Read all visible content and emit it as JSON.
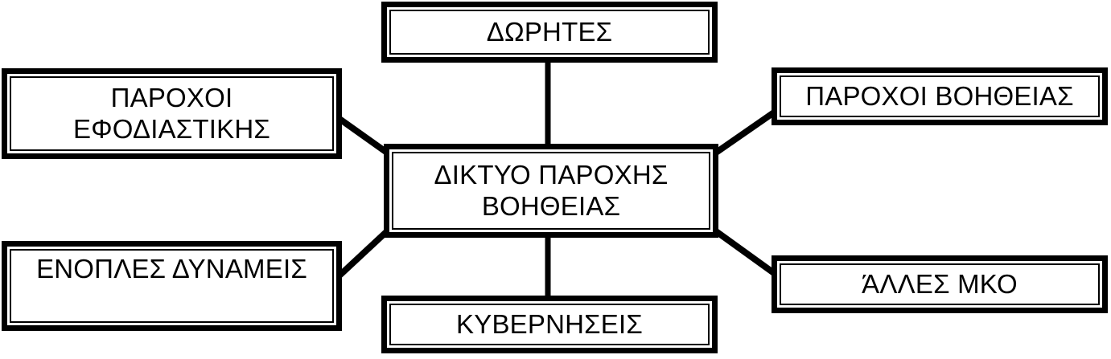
{
  "diagram": {
    "type": "hub-and-spoke",
    "title": "",
    "language": "el",
    "style": {
      "box_fill": "#ffffff",
      "box_stroke": "#000000",
      "line_stroke": "#000000",
      "text_color": "#000000",
      "background": "#ffffff"
    },
    "center": {
      "id": "center",
      "label": "ΔΙΚΤΥΟ ΠΑΡΟΧΗΣ\nΒΟΗΘΕΙΑΣ"
    },
    "nodes": [
      {
        "id": "donors",
        "label": "ΔΩΡΗΤΕΣ"
      },
      {
        "id": "logistics",
        "label": "ΠΑΡΟΧΟΙ\nΕΦΟΔΙΑΣΤΙΚΗΣ"
      },
      {
        "id": "aid-providers",
        "label": "ΠΑΡΟΧΟΙ ΒΟΗΘΕΙΑΣ"
      },
      {
        "id": "armed-forces",
        "label": "ΕΝΟΠΛΕΣ ΔΥΝΑΜΕΙΣ"
      },
      {
        "id": "other-ngos",
        "label": "ΆΛΛΕΣ ΜΚΟ"
      },
      {
        "id": "governments",
        "label": "ΚΥΒΕΡΝΗΣΕΙΣ"
      }
    ],
    "edges": [
      {
        "from": "donors",
        "to": "center",
        "kind": "vertical"
      },
      {
        "from": "governments",
        "to": "center",
        "kind": "vertical"
      },
      {
        "from": "logistics",
        "to": "center",
        "kind": "diagonal"
      },
      {
        "from": "armed-forces",
        "to": "center",
        "kind": "diagonal"
      },
      {
        "from": "aid-providers",
        "to": "center",
        "kind": "diagonal"
      },
      {
        "from": "other-ngos",
        "to": "center",
        "kind": "diagonal"
      }
    ]
  }
}
